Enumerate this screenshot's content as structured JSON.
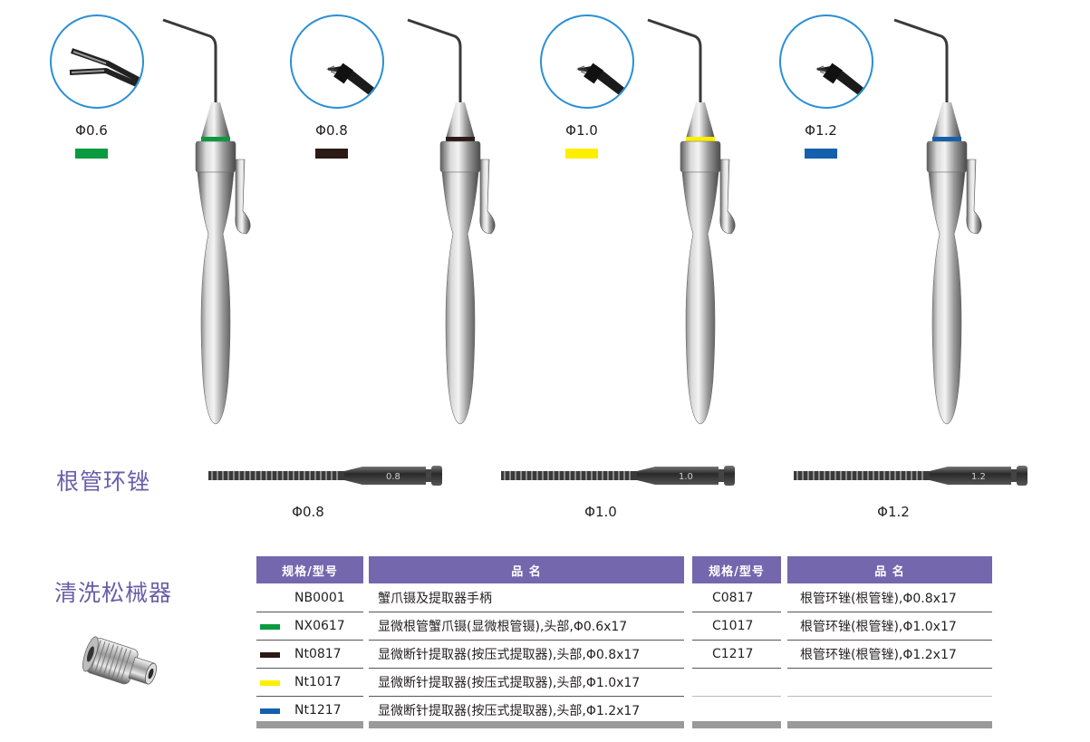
{
  "instruments": [
    {
      "diameter": "Φ0.6",
      "color": "#0a9a3f",
      "tip": "tweezers-tip"
    },
    {
      "diameter": "Φ0.8",
      "color": "#2b1a16",
      "tip": "needle-tip"
    },
    {
      "diameter": "Φ1.0",
      "color": "#ffee00",
      "tip": "needle-tip"
    },
    {
      "diameter": "Φ1.2",
      "color": "#145fae",
      "tip": "needle-tip"
    }
  ],
  "files_section": {
    "title": "根管环锉",
    "files": [
      {
        "diameter": "Φ0.8",
        "engraving": "0.8"
      },
      {
        "diameter": "Φ1.0",
        "engraving": "1.0"
      },
      {
        "diameter": "Φ1.2",
        "engraving": "1.2"
      }
    ]
  },
  "cleaner_section": {
    "title": "清洗松械器"
  },
  "table_left": {
    "col_code": "规格/型号",
    "col_name": "品  名",
    "rows": [
      {
        "code": "NB0001",
        "name": "蟹爪镊及提取器手柄",
        "swatch": ""
      },
      {
        "code": "NX0617",
        "name": "显微根管蟹爪镊(显微根管镊),头部,Φ0.6x17",
        "swatch": "#0a9a3f"
      },
      {
        "code": "Nt0817",
        "name": "显微断针提取器(按压式提取器),头部,Φ0.8x17",
        "swatch": "#2b1a16"
      },
      {
        "code": "Nt1017",
        "name": "显微断针提取器(按压式提取器),头部,Φ1.0x17",
        "swatch": "#ffee00"
      },
      {
        "code": "Nt1217",
        "name": "显微断针提取器(按压式提取器),头部,Φ1.2x17",
        "swatch": "#145fae"
      }
    ]
  },
  "table_right": {
    "col_code": "规格/型号",
    "col_name": "品  名",
    "rows": [
      {
        "code": "C0817",
        "name": "根管环锉(根管锉),Φ0.8x17"
      },
      {
        "code": "C1017",
        "name": "根管环锉(根管锉),Φ1.0x17"
      },
      {
        "code": "C1217",
        "name": "根管环锉(根管锉),Φ1.2x17"
      }
    ]
  }
}
